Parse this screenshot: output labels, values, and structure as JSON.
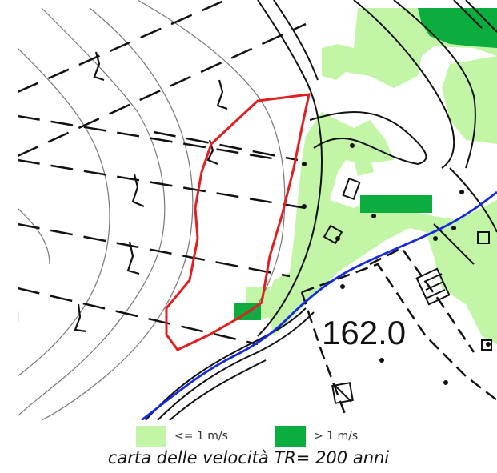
{
  "map": {
    "elevation_label": "162.0",
    "colors": {
      "low_velocity": "#c2f5a6",
      "high_velocity": "#0aad3e",
      "river": "#1428e6",
      "perimeter": "#e02020",
      "linework": "#111111"
    }
  },
  "legend": {
    "items": [
      {
        "label": "<= 1 m/s",
        "color": "#c2f5a6"
      },
      {
        "label": "> 1 m/s",
        "color": "#0aad3e"
      }
    ]
  },
  "caption": "carta delle velocità TR= 200 anni"
}
